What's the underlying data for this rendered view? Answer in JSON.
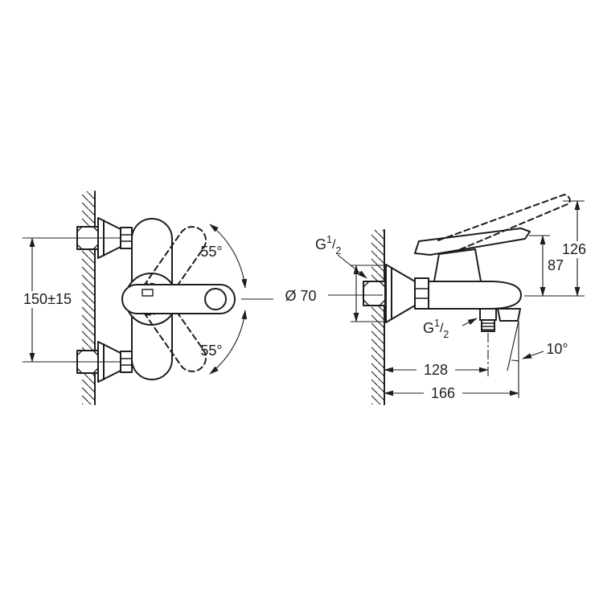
{
  "colors": {
    "line": "#1d1d1b",
    "background": "#ffffff"
  },
  "front_view": {
    "mount_spacing": "150±15",
    "handle_angle_up": "55°",
    "handle_angle_down": "55°"
  },
  "side_view": {
    "inlet_thread": {
      "prefix": "G",
      "numerator": "1",
      "slash": "/",
      "denominator": "2"
    },
    "escutcheon_diameter": "Ø 70",
    "height_to_lever": "87",
    "height_overall": "126",
    "outlet_thread": {
      "prefix": "G",
      "numerator": "1",
      "slash": "/",
      "denominator": "2"
    },
    "aerator_angle": "10°",
    "depth_to_outlet": "128",
    "depth_overall": "166"
  }
}
